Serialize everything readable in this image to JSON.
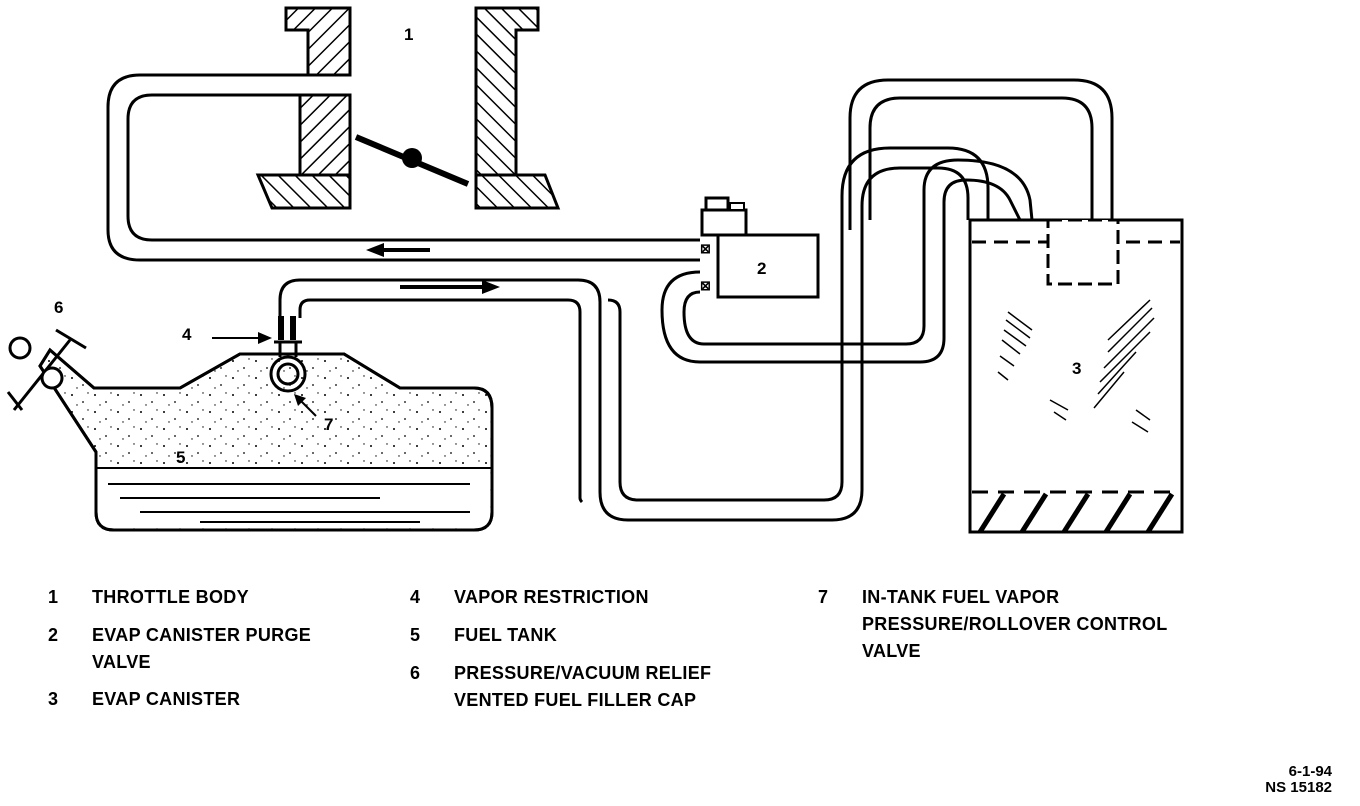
{
  "callouts": {
    "c1": "1",
    "c2": "2",
    "c3": "3",
    "c4": "4",
    "c5": "5",
    "c6": "6",
    "c7": "7"
  },
  "legend": [
    {
      "num": "1",
      "line1": "THROTTLE BODY",
      "line2": ""
    },
    {
      "num": "2",
      "line1": "EVAP CANISTER PURGE",
      "line2": "VALVE"
    },
    {
      "num": "3",
      "line1": "EVAP CANISTER",
      "line2": ""
    },
    {
      "num": "4",
      "line1": "VAPOR RESTRICTION",
      "line2": ""
    },
    {
      "num": "5",
      "line1": "FUEL TANK",
      "line2": ""
    },
    {
      "num": "6",
      "line1": "PRESSURE/VACUUM RELIEF",
      "line2": "VENTED FUEL FILLER CAP"
    },
    {
      "num": "7",
      "line1": "IN-TANK FUEL VAPOR",
      "line2": "PRESSURE/ROLLOVER CONTROL",
      "line3": "VALVE"
    }
  ],
  "reference": {
    "date": "6-1-94",
    "code": "NS 15182"
  }
}
